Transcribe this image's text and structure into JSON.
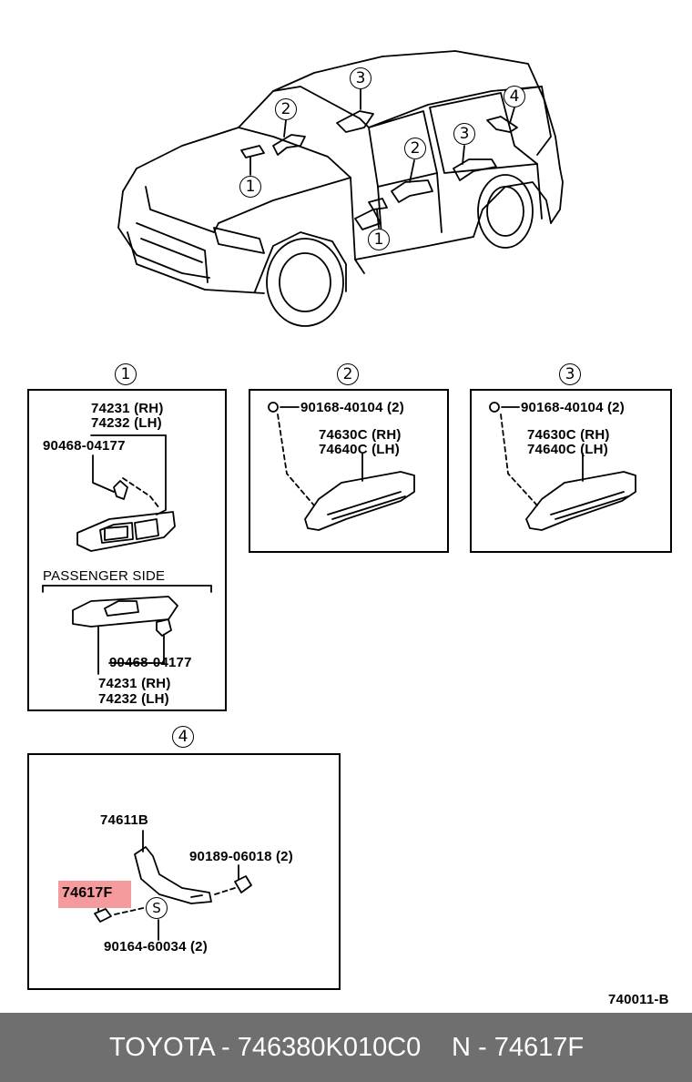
{
  "overview": {
    "callouts": [
      "3",
      "2",
      "4",
      "3",
      "2",
      "1",
      "1"
    ]
  },
  "panel1": {
    "number": "1",
    "rh": "74231 (RH)",
    "lh": "74232 (LH)",
    "screw": "90468-04177",
    "passenger_side": "PASSENGER SIDE",
    "screw2": "90468-04177",
    "rh2": "74231 (RH)",
    "lh2": "74232 (LH)"
  },
  "panel2": {
    "number": "2",
    "screw": "90168-40104 (2)",
    "rh": "74630C (RH)",
    "lh": "74640C (LH)"
  },
  "panel3": {
    "number": "3",
    "screw": "90168-40104 (2)",
    "rh": "74630C (RH)",
    "lh": "74640C (LH)"
  },
  "panel4": {
    "number": "4",
    "grip": "74611B",
    "bolt": "90189-06018 (2)",
    "cap": "74617F",
    "s_mark": "S",
    "clip": "90164-60034 (2)"
  },
  "diagram_code": "740011-B",
  "footer": {
    "brand_part": "TOYOTA - 746380K010C0",
    "ref": "N - 74617F"
  },
  "colors": {
    "highlight": "#f59a9d",
    "footer_bg": "#6f6f6f"
  }
}
